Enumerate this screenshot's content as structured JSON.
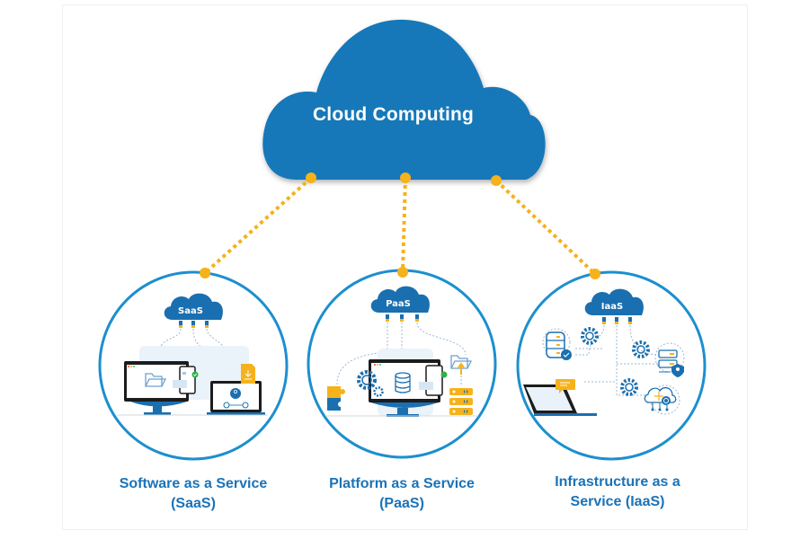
{
  "diagram": {
    "title": "Cloud Computing",
    "colors": {
      "cloud_blue": "#1878b8",
      "connector_yellow": "#f5b21b",
      "circle_stroke": "#1c8fcf",
      "label_blue": "#1a73b8"
    },
    "services": [
      {
        "id": "saas",
        "cloud_label": "SaaS",
        "label_line1": "Software as a Service",
        "label_line2": "(SaaS)",
        "icons": [
          "desktop-monitor-icon",
          "folder-icon",
          "smartphone-icon",
          "checkmark-icon",
          "laptop-icon",
          "user-network-icon",
          "download-document-icon"
        ]
      },
      {
        "id": "paas",
        "cloud_label": "PaaS",
        "label_line1": "Platform as a Service",
        "label_line2": "(PaaS)",
        "icons": [
          "desktop-monitor-icon",
          "gears-icon",
          "database-icon",
          "smartphone-icon",
          "checkmark-icon",
          "puzzle-icon",
          "server-stack-icon",
          "folder-upload-icon"
        ]
      },
      {
        "id": "iaas",
        "cloud_label": "IaaS",
        "label_line1": "Infrastructure as a",
        "label_line2": "Service (IaaS)",
        "icons": [
          "database-check-icon",
          "gear-icon",
          "server-security-icon",
          "laptop-icon",
          "chat-message-icon",
          "cloud-network-icon"
        ]
      }
    ]
  }
}
